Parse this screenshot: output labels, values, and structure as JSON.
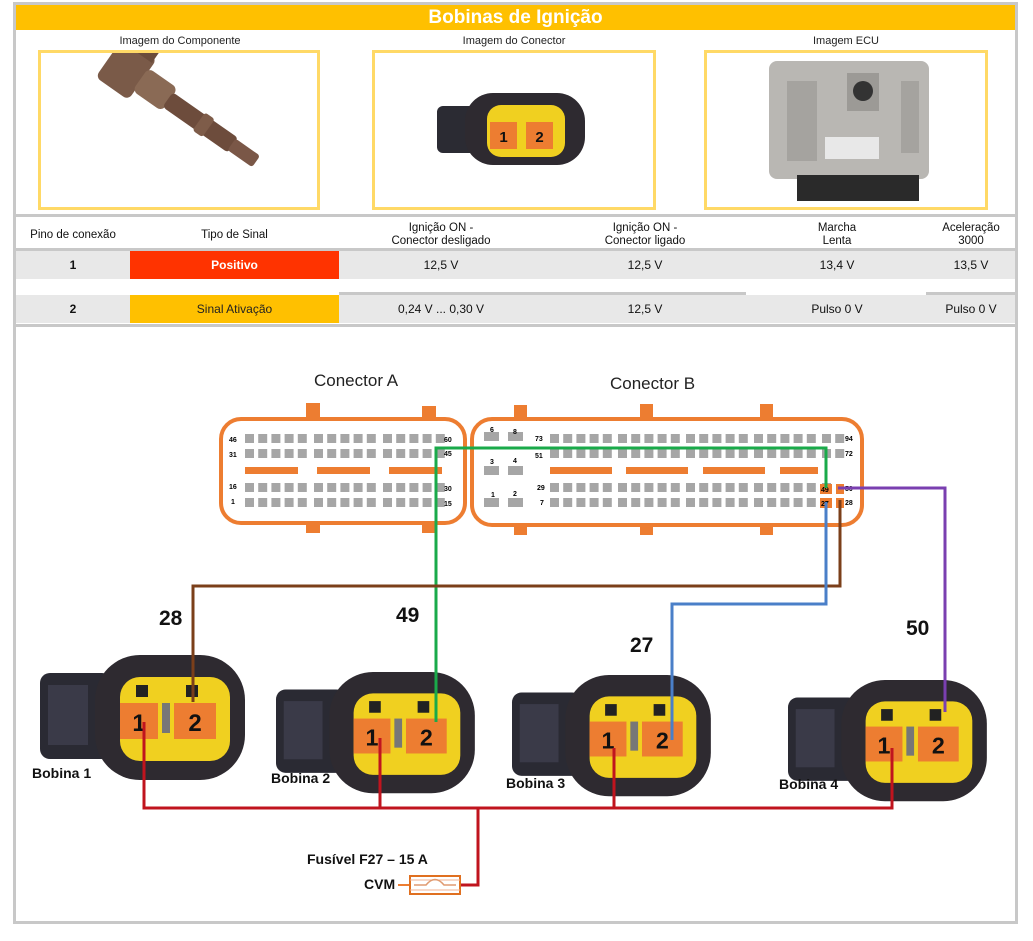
{
  "header": {
    "title": "Bobinas de Ignição"
  },
  "images": {
    "component_label": "Imagem do Componente",
    "connector_label": "Imagem do Conector",
    "ecu_label": "Imagem ECU",
    "connector_pins": [
      "1",
      "2"
    ]
  },
  "table": {
    "headers": [
      "Pino de conexão",
      "Tipo de Sinal",
      "Ignição ON -\nConector desligado",
      "Ignição ON -\nConector ligado",
      "Marcha\nLenta",
      "Aceleração\n3000"
    ],
    "header_lines": [
      [
        "Pino de conexão"
      ],
      [
        "Tipo de Sinal"
      ],
      [
        "Ignição ON -",
        "Conector desligado"
      ],
      [
        "Ignição ON -",
        "Conector ligado"
      ],
      [
        "Marcha",
        "Lenta"
      ],
      [
        "Aceleração",
        "3000"
      ]
    ],
    "rows": [
      {
        "pin": "1",
        "signal": "Positivo",
        "signal_color": "#ff3300",
        "ign_off": "12,5 V",
        "ign_on": "12,5 V",
        "idle": "13,4 V",
        "accel": "13,5 V"
      },
      {
        "pin": "2",
        "signal": "Sinal Ativação",
        "signal_color": "#ffc000",
        "ign_off": "0,24 V ... 0,30 V",
        "ign_on": "12,5 V",
        "idle": "Pulso 0 V",
        "accel": "Pulso 0 V"
      }
    ]
  },
  "diagram": {
    "connector_a": {
      "title": "Conector A",
      "pin_labels": [
        "46",
        "31",
        "16",
        "1",
        "60",
        "45",
        "30",
        "15"
      ]
    },
    "connector_b": {
      "title": "Conector B",
      "pin_labels": [
        "6",
        "8",
        "3",
        "4",
        "1",
        "2",
        "73",
        "51",
        "29",
        "7",
        "94",
        "72",
        "49",
        "50",
        "27",
        "28"
      ]
    },
    "wires": [
      {
        "pin": "28",
        "color": "#7b3f1a",
        "coil": "Bobina 1"
      },
      {
        "pin": "49",
        "color": "#1aaa4a",
        "coil": "Bobina 2"
      },
      {
        "pin": "27",
        "color": "#4a7fc8",
        "coil": "Bobina 3"
      },
      {
        "pin": "50",
        "color": "#7a3fb0",
        "coil": "Bobina 4"
      }
    ],
    "coils": [
      {
        "name": "Bobina 1",
        "pins": [
          "1",
          "2"
        ]
      },
      {
        "name": "Bobina 2",
        "pins": [
          "1",
          "2"
        ]
      },
      {
        "name": "Bobina 3",
        "pins": [
          "1",
          "2"
        ]
      },
      {
        "name": "Bobina 4",
        "pins": [
          "1",
          "2"
        ]
      }
    ],
    "positive_wire_color": "#c0141e",
    "fuse": {
      "label": "Fusível F27 – 15 A",
      "source": "CVM"
    }
  },
  "colors": {
    "accent": "#ffc000",
    "connector_orange": "#ed7d31",
    "pin_grey": "#a6a6a6",
    "frame": "#ffd966"
  }
}
